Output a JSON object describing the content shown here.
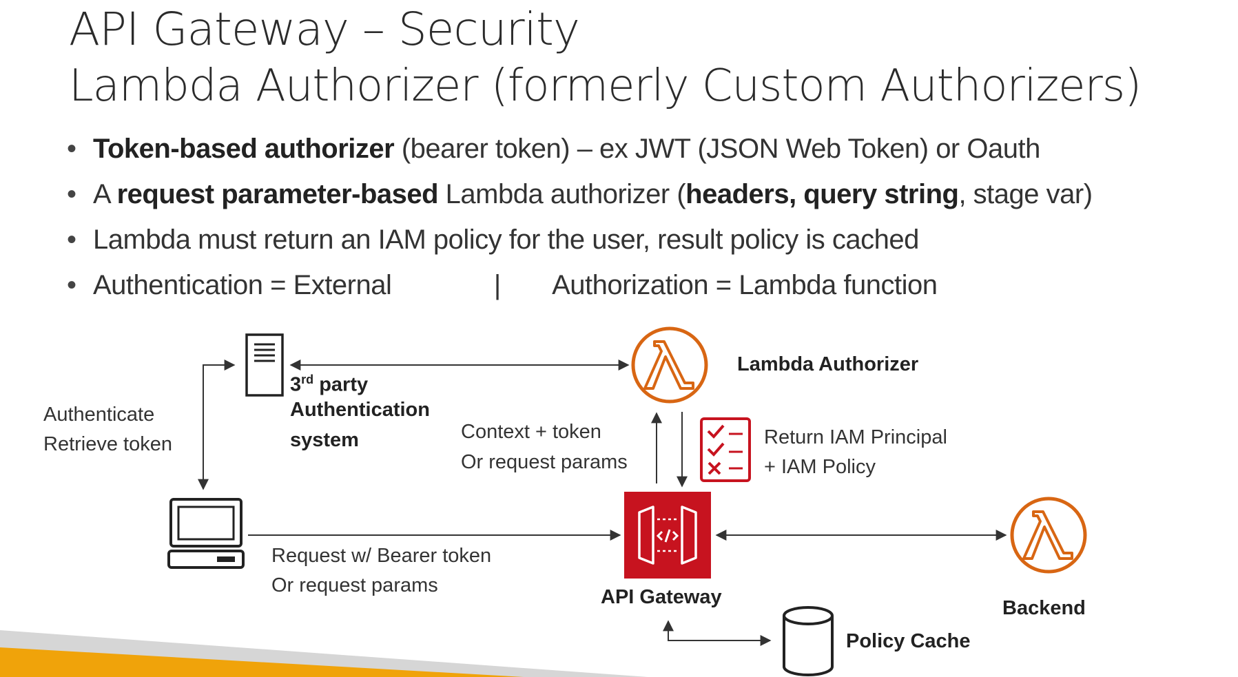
{
  "title": {
    "line1": "API Gateway – Security",
    "line2": "Lambda Authorizer (formerly Custom Authorizers)"
  },
  "bullets": [
    {
      "parts": [
        {
          "text": "Token-based authorizer",
          "bold": true
        },
        {
          "text": " (bearer token) – ex JWT (JSON Web Token) or Oauth",
          "bold": false
        }
      ]
    },
    {
      "parts": [
        {
          "text": "A ",
          "bold": false
        },
        {
          "text": "request parameter-based",
          "bold": true
        },
        {
          "text": " Lambda authorizer (",
          "bold": false
        },
        {
          "text": "headers, query string",
          "bold": true
        },
        {
          "text": ", stage var)",
          "bold": false
        }
      ]
    },
    {
      "parts": [
        {
          "text": "Lambda must return an IAM policy for the user, result policy is cached",
          "bold": false
        }
      ]
    },
    {
      "parts": [
        {
          "text": "Authentication = External",
          "bold": false
        },
        {
          "text": "              |       ",
          "bold": false
        },
        {
          "text": "Authorization = Lambda function",
          "bold": false
        }
      ]
    }
  ],
  "diagram": {
    "auth_system": {
      "label_line1_main": "3",
      "label_line1_sup": "rd",
      "label_line1_rest": " party",
      "label_line2": "Authentication",
      "label_line3": "system"
    },
    "authenticate_label": {
      "line1": "Authenticate",
      "line2": "Retrieve token"
    },
    "lambda_authorizer_label": "Lambda Authorizer",
    "context_label": {
      "line1": "Context + token",
      "line2": "Or request params"
    },
    "return_label": {
      "line1": "Return IAM Principal",
      "line2": "+ IAM Policy"
    },
    "request_label": {
      "line1": "Request w/ Bearer token",
      "line2": "Or request params"
    },
    "api_gateway_label": "API Gateway",
    "backend_label": "Backend",
    "policy_cache_label": "Policy Cache"
  },
  "colors": {
    "lambda_orange": "#d86613",
    "api_gateway_red": "#c7131f",
    "checklist_red": "#c7131f",
    "footer_orange": "#f0a30a",
    "footer_grey": "#d6d6d6"
  },
  "icons": {
    "auth_system": "server-icon",
    "client": "laptop-icon",
    "lambda_authorizer": "lambda-icon",
    "api_gateway": "api-gateway-icon",
    "backend": "lambda-icon",
    "policy_cache": "database-icon",
    "policy_checklist": "checklist-icon"
  }
}
